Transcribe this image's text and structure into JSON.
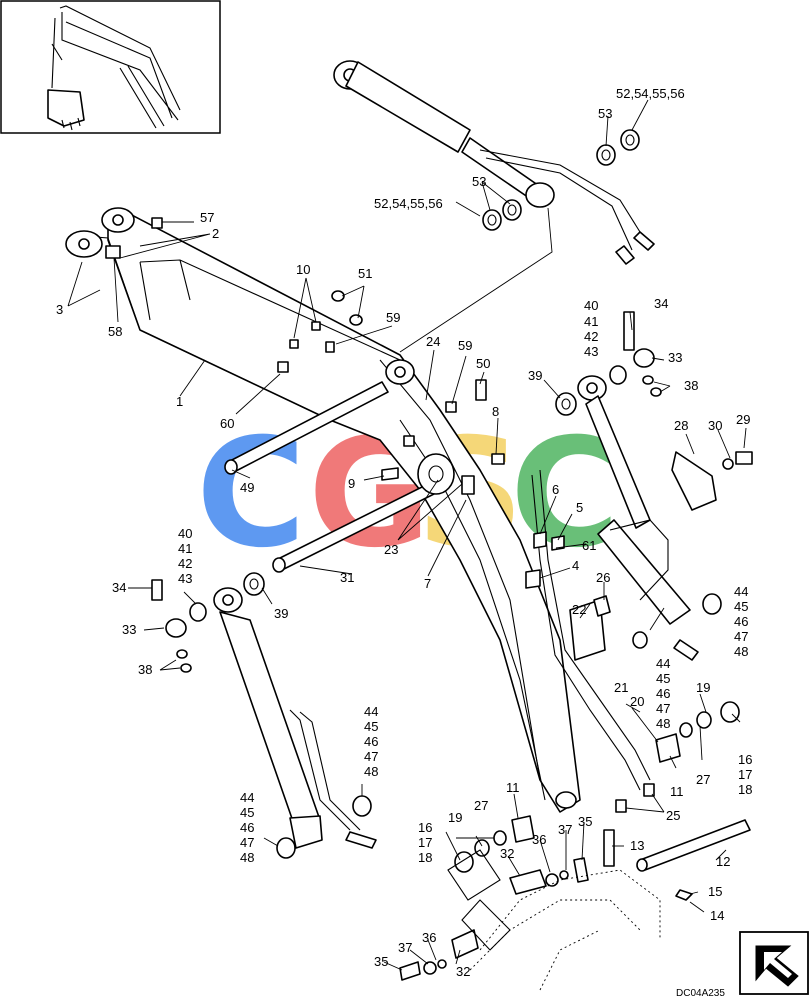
{
  "diagram": {
    "drawing_code": "DC04A235",
    "watermark": {
      "letters": [
        "C",
        "G",
        "S",
        "C"
      ],
      "colors": [
        "#4d8ef0",
        "#ef6b6b",
        "#f5d36a",
        "#59b96a"
      ]
    },
    "labels": {
      "l1": "1",
      "l2": "2",
      "l3": "3",
      "l4": "4",
      "l5": "5",
      "l6": "6",
      "l7": "7",
      "l8": "8",
      "l9": "9",
      "l10": "10",
      "l11a": "11",
      "l11b": "11",
      "l12": "12",
      "l13": "13",
      "l14": "14",
      "l15": "15",
      "l16a": "16",
      "l17a": "17",
      "l18a": "18",
      "l16b": "16",
      "l17b": "17",
      "l18b": "18",
      "l19a": "19",
      "l19b": "19",
      "l20": "20",
      "l21": "21",
      "l22": "22",
      "l23": "23",
      "l24": "24",
      "l25": "25",
      "l26": "26",
      "l27a": "27",
      "l27b": "27",
      "l28": "28",
      "l29": "29",
      "l30": "30",
      "l31": "31",
      "l32a": "32",
      "l32b": "32",
      "l33a": "33",
      "l33b": "33",
      "l34a": "34",
      "l34b": "34",
      "l35a": "35",
      "l35b": "35",
      "l36a": "36",
      "l36b": "36",
      "l37a": "37",
      "l37b": "37",
      "l38a": "38",
      "l38b": "38",
      "l39a": "39",
      "l39b": "39",
      "l40a": "40",
      "l41a": "41",
      "l42a": "42",
      "l43a": "43",
      "l40b": "40",
      "l41b": "41",
      "l42b": "42",
      "l43b": "43",
      "l44a": "44",
      "l45a": "45",
      "l46a": "46",
      "l47a": "47",
      "l48a": "48",
      "l44b": "44",
      "l45b": "45",
      "l46b": "46",
      "l47b": "47",
      "l48b": "48",
      "l44c": "44",
      "l45c": "45",
      "l46c": "46",
      "l47c": "47",
      "l48c": "48",
      "l44d": "44",
      "l45d": "45",
      "l46d": "46",
      "l47d": "47",
      "l48d": "48",
      "l49": "49",
      "l50": "50",
      "l51": "51",
      "l52a": "52,54,55,56",
      "l52b": "52,54,55,56",
      "l53a": "53",
      "l53b": "53",
      "l57": "57",
      "l58": "58",
      "l59a": "59",
      "l59b": "59",
      "l60": "60",
      "l61": "61"
    }
  }
}
